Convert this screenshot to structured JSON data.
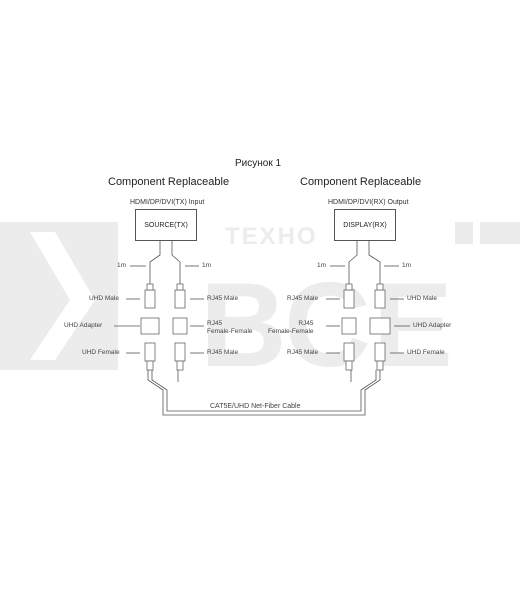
{
  "figure_title": "Рисунок 1",
  "left": {
    "heading": "Component Replaceable",
    "port_label": "HDMI/DP/DVI(TX)  Input",
    "device": "SOURCE(TX)",
    "cable_left_len": "1m",
    "cable_right_len": "1m",
    "labels_left": [
      "UHD Male",
      "UHD Adapter",
      "UHD Female"
    ],
    "labels_right": [
      "RJ45 Male",
      "RJ45\nFemale-Female",
      "RJ45 Male"
    ]
  },
  "right": {
    "heading": "Component Replaceable",
    "port_label": "HDMI/DP/DVI(RX)  Output",
    "device": "DISPLAY(RX)",
    "cable_left_len": "1m",
    "cable_right_len": "1m",
    "labels_left": [
      "RJ45 Male",
      "RJ45\nFemale-Female",
      "RJ45 Male"
    ],
    "labels_right": [
      "UHD Male",
      "UHD Adapter",
      "UHD Female"
    ]
  },
  "cable_label": "CAT5E/UHD Net-Fiber Cable",
  "watermark": "ТЕХНО ВСЕ",
  "colors": {
    "line": "#555555",
    "connector": "#666666",
    "watermark": "#ececec"
  }
}
